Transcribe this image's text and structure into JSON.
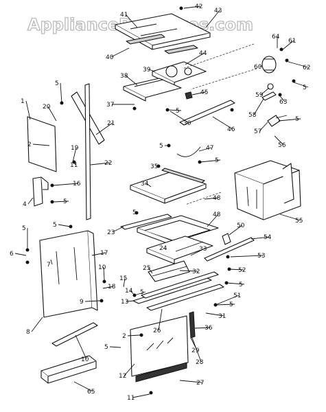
{
  "watermark": "AppliancePartsPros.com",
  "callouts": [
    "1",
    "2",
    "4",
    "5",
    "6",
    "7",
    "8",
    "9",
    "10",
    "11",
    "12",
    "13",
    "14",
    "15",
    "16",
    "17",
    "18",
    "19",
    "20",
    "21",
    "22",
    "23",
    "24",
    "25",
    "26",
    "27",
    "28",
    "29",
    "30",
    "31",
    "32",
    "33",
    "34",
    "35",
    "36",
    "37",
    "38",
    "39",
    "40",
    "41",
    "42",
    "43",
    "44",
    "45",
    "46",
    "47",
    "48",
    "50",
    "51",
    "52",
    "53",
    "54",
    "55",
    "56",
    "57",
    "58",
    "59",
    "60",
    "61",
    "62",
    "63",
    "64",
    "65"
  ]
}
